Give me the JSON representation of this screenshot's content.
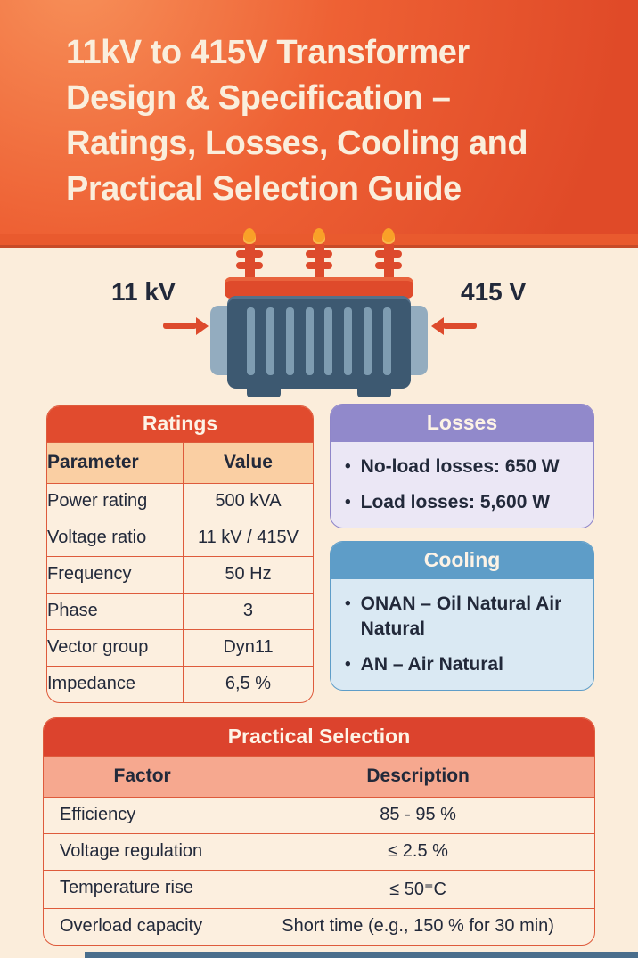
{
  "header": {
    "title_lines": [
      "11kV to 415V Transformer",
      "Design & Specification –",
      "Ratings, Losses, Cooling and",
      "Practical Selection Guide"
    ]
  },
  "diagram": {
    "primary_side_label": "11 kV",
    "secondary_side_label": "415 V"
  },
  "ratings": {
    "title": "Ratings",
    "columns": [
      "Parameter",
      "Value"
    ],
    "rows": [
      {
        "label": "Power rating",
        "value": "500 kVA"
      },
      {
        "label": "Voltage ratio",
        "value": "11 kV / 415V"
      },
      {
        "label": "Frequency",
        "value": "50 Hz"
      },
      {
        "label": "Phase",
        "value": "3"
      },
      {
        "label": "Vector group",
        "value": "Dyn11"
      },
      {
        "label": "Impedance",
        "value": "6,5 %"
      }
    ]
  },
  "losses": {
    "title": "Losses",
    "bullet_glyph": "•",
    "items": [
      "No-load losses: 650 W",
      "Load losses: 5,600 W"
    ]
  },
  "cooling": {
    "title": "Cooling",
    "bullet_glyph": "•",
    "items": [
      "ONAN – Oil Natural Air Natural",
      "AN – Air Natural"
    ]
  },
  "practical_selection": {
    "title": "Practical Selection",
    "columns": [
      "Factor",
      "Description"
    ],
    "rows": [
      {
        "label": "Efficiency",
        "value": "85 - 95 %"
      },
      {
        "label": "Voltage regulation",
        "value": "≤ 2.5 %"
      },
      {
        "label": "Temperature rise",
        "value": "≤ 50⁼C"
      },
      {
        "label": "Overload capacity",
        "value": "Short time (e.g., 150 % for 30 min)"
      }
    ]
  },
  "colors": {
    "background_cream": "#FBEDDB",
    "header_orange": "#EE6134",
    "accent_red": "#E14B2E",
    "peach_header": "#FACFA3",
    "salmon_header": "#F6A88F",
    "purple": "#9189CB",
    "lavender": "#EBE7F5",
    "blue": "#5E9DC8",
    "light_blue": "#DAE9F3",
    "dark_text": "#22293A",
    "transformer_slate": "#3D5971",
    "transformer_fin": "#7E9CB1",
    "footer_blue": "#4A6E8C"
  }
}
